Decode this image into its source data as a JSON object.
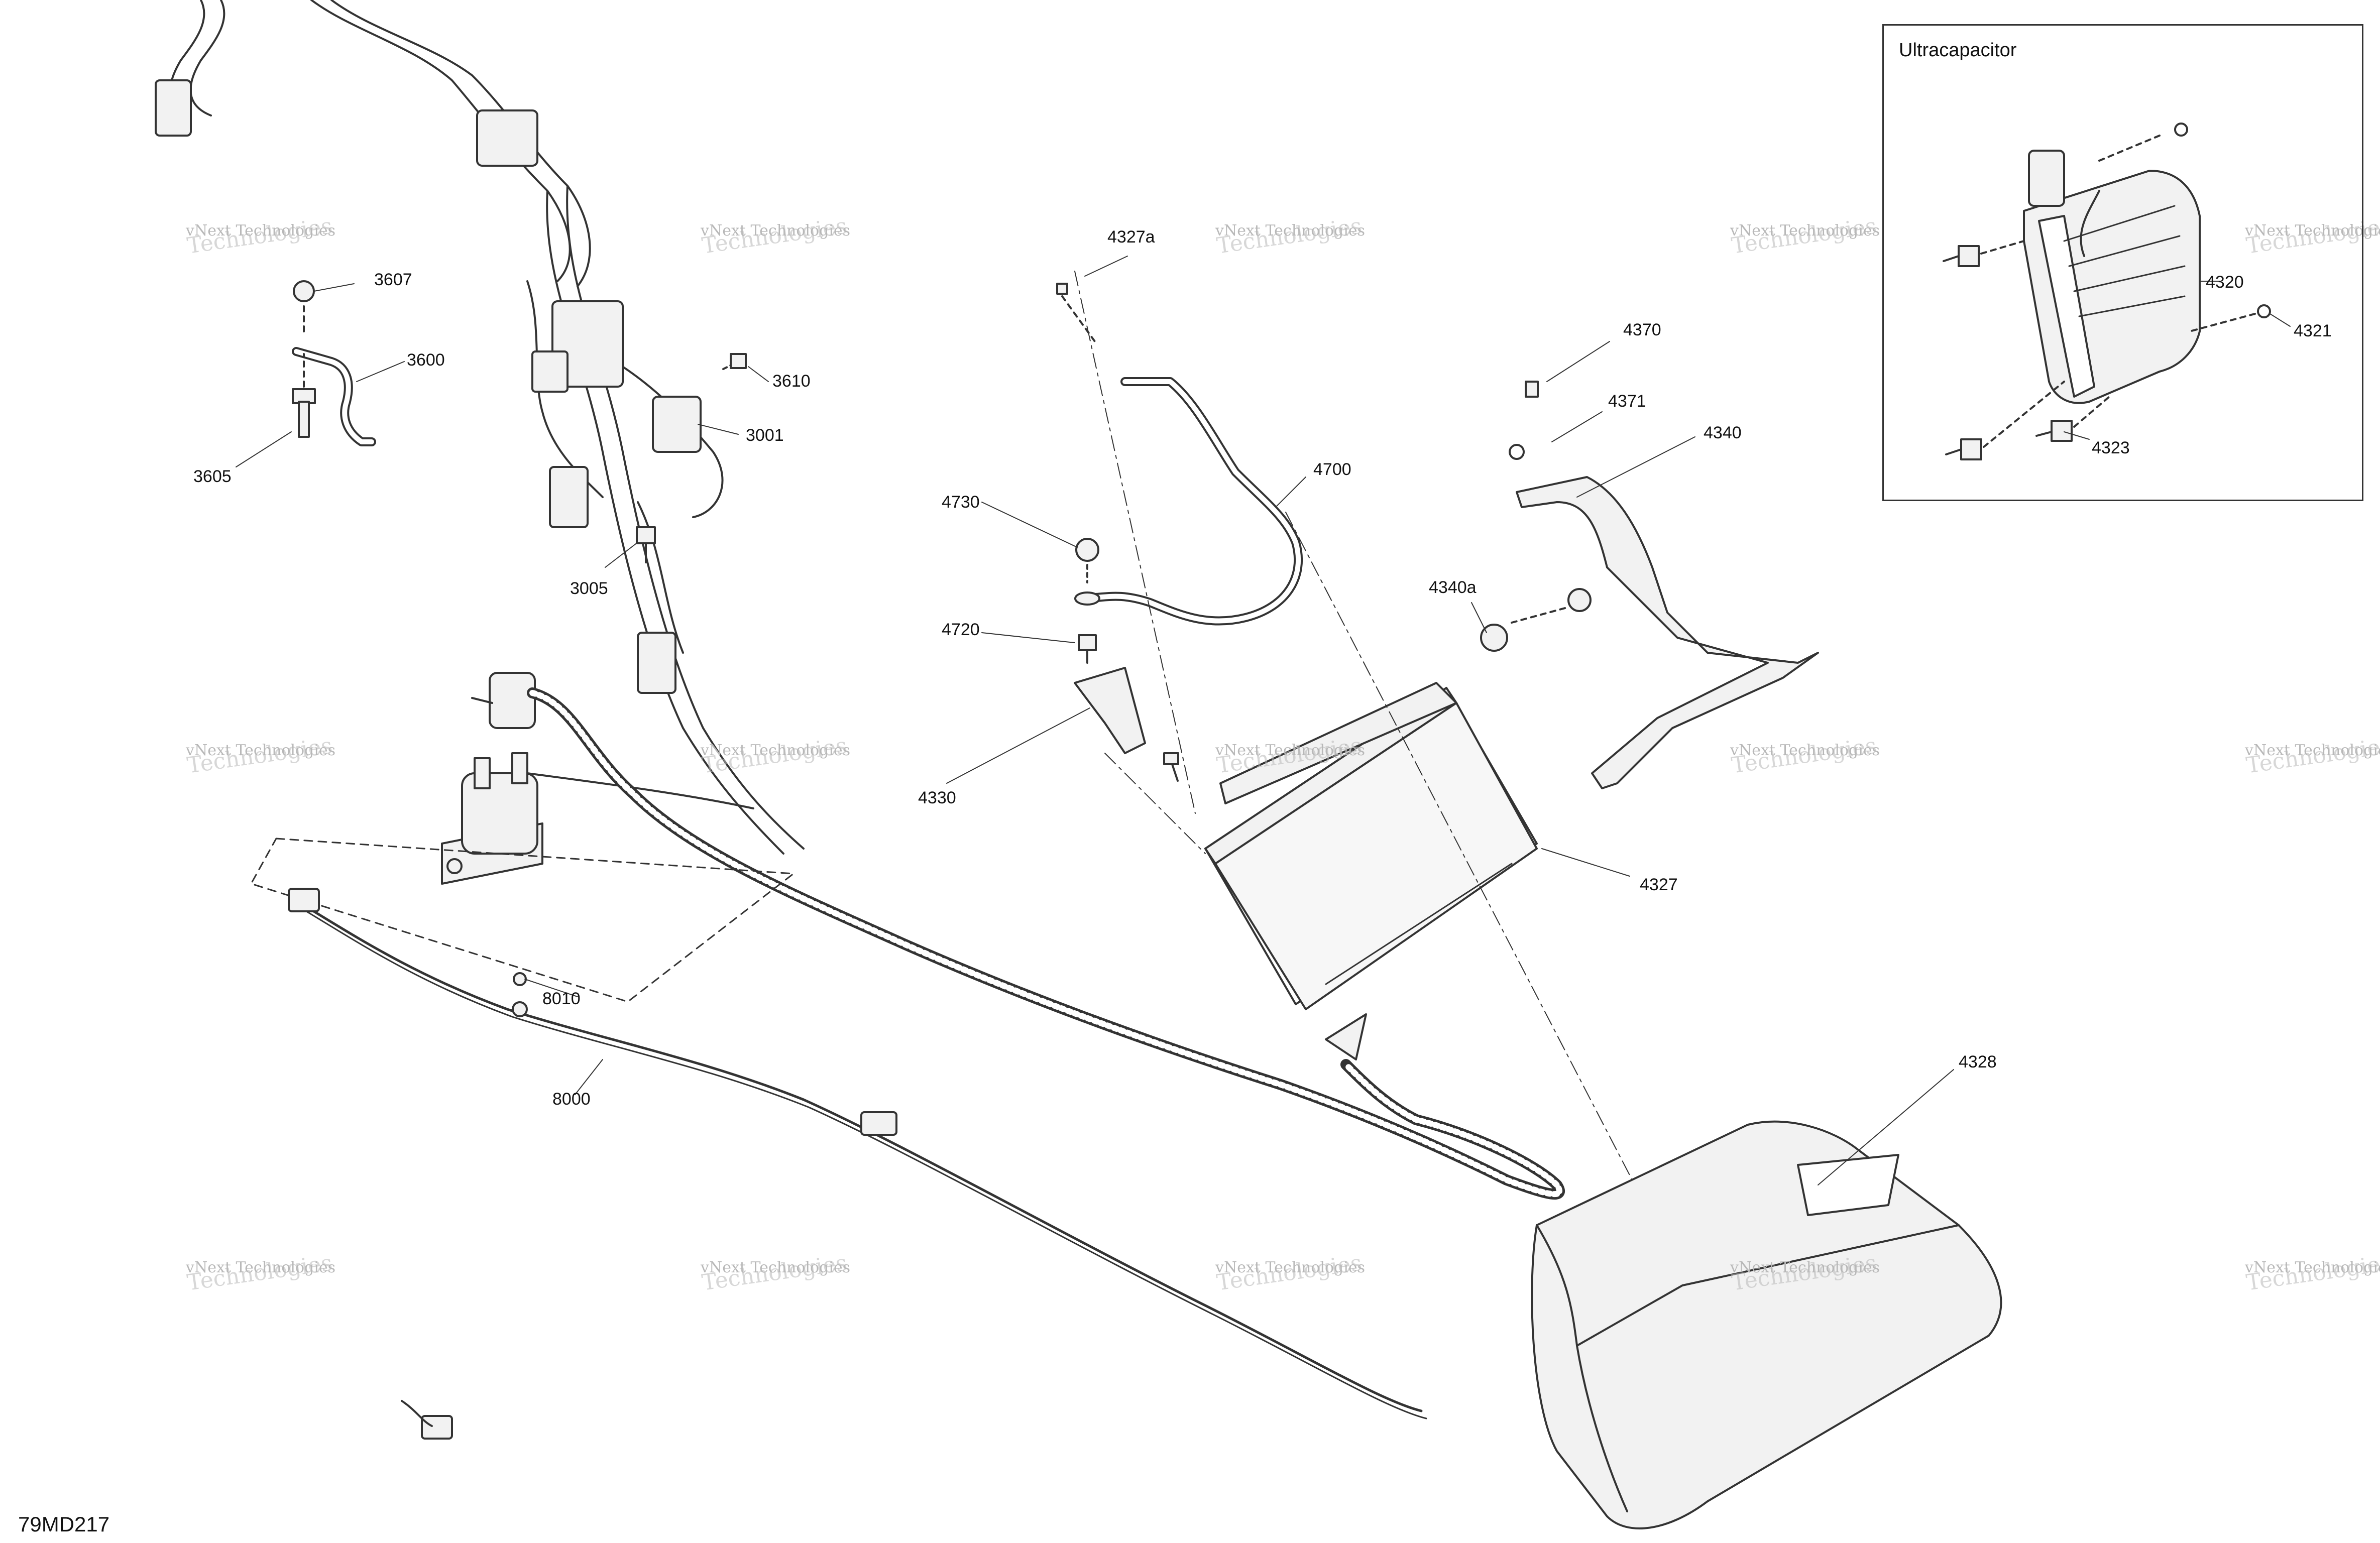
{
  "diagram": {
    "code": "79MD217",
    "inset_title": "Ultracapacitor",
    "watermark_line1": "vNext Technologies",
    "watermark_line2": "Technologies",
    "part_labels": {
      "p3607": "3607",
      "p3600": "3600",
      "p3605": "3605",
      "p3610": "3610",
      "p3001": "3001",
      "p3005": "3005",
      "p4327a": "4327a",
      "p4700": "4700",
      "p4730": "4730",
      "p4720": "4720",
      "p4330": "4330",
      "p4370": "4370",
      "p4371": "4371",
      "p4340": "4340",
      "p4340a": "4340a",
      "p4327": "4327",
      "p4328": "4328",
      "p8010": "8010",
      "p8000": "8000",
      "p4320": "4320",
      "p4321": "4321",
      "p4323": "4323"
    }
  },
  "colors": {
    "line": "#333333",
    "fill": "#f2f2f2",
    "watermark": "#b8b8b8"
  }
}
